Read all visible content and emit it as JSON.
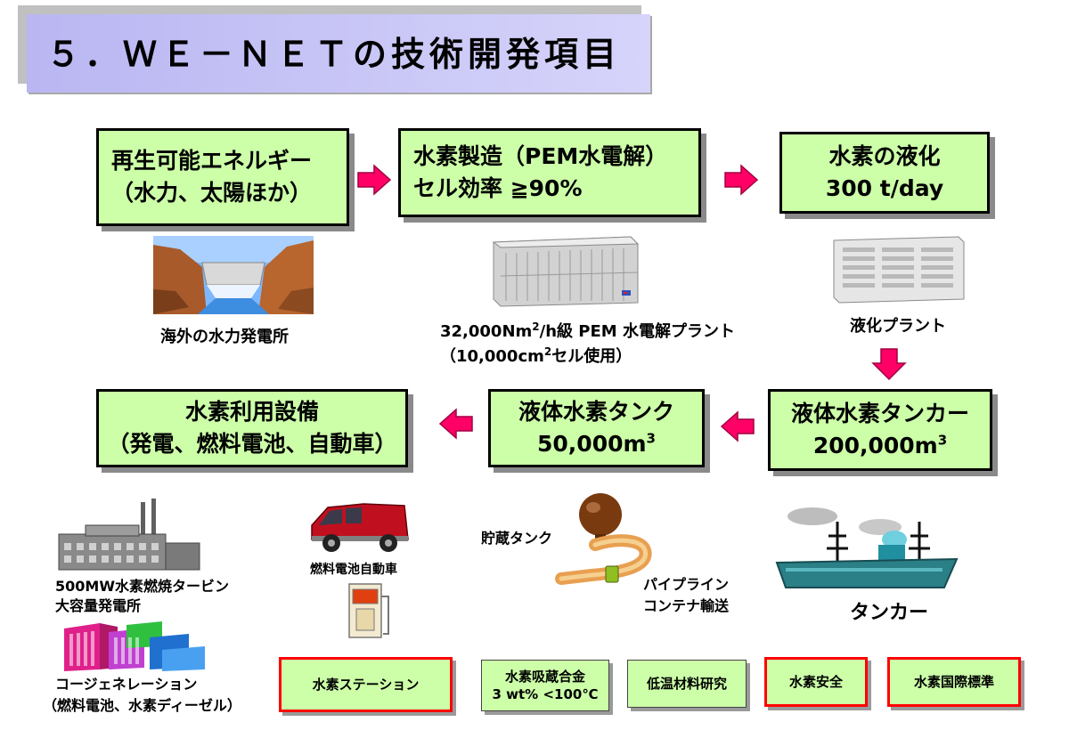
{
  "title": "５．ＷＥ－ＮＥＴの技術開発項目",
  "flow": {
    "renewable": {
      "line1": "再生可能エネルギー",
      "line2": "（水力、太陽ほか）"
    },
    "electrolysis": {
      "line1": "水素製造（PEM水電解）",
      "line2": "セル効率 ≧90%"
    },
    "liquefaction": {
      "line1": "水素の液化",
      "line2": "300 t/day"
    },
    "tanker": {
      "line1": "液体水素タンカー",
      "line2_main": "200,000m",
      "line2_sup": "3"
    },
    "tank": {
      "line1": "液体水素タンク",
      "line2_main": "50,000m",
      "line2_sup": "3"
    },
    "utilization": {
      "line1": "水素利用設備",
      "line2": "（発電、燃料電池、自動車）"
    }
  },
  "captions": {
    "hydro": "海外の水力発電所",
    "pem_a": "32,000Nm",
    "pem_sup": "2",
    "pem_b": "/h級  PEM 水電解プラント",
    "pem2_a": "（10,000cm",
    "pem2_sup": "2",
    "pem2_b": "セル使用）",
    "liq_plant": "液化プラント",
    "turbine_1": "500MW水素燃焼タービン",
    "turbine_2": "大容量発電所",
    "cogen_1": "コージェネレーション",
    "cogen_2": "（燃料電池、水素ディーゼル）",
    "fcv": "燃料電池自動車",
    "storage": "貯蔵タンク",
    "pipeline_1": "パイプライン",
    "pipeline_2": "コンテナ輸送",
    "tanker_ship": "タンカー"
  },
  "items": {
    "station": "水素ステーション",
    "alloy_1": "水素吸蔵合金",
    "alloy_2": "3 wt% <100℃",
    "lowtemp": "低温材料研究",
    "safety": "水素安全",
    "standard": "水素国際標準"
  },
  "colors": {
    "box_fill": "#ccffa8",
    "arrow": "#ff0066",
    "title_band": "#b9b6f2",
    "highlight_border": "#ff0000"
  }
}
